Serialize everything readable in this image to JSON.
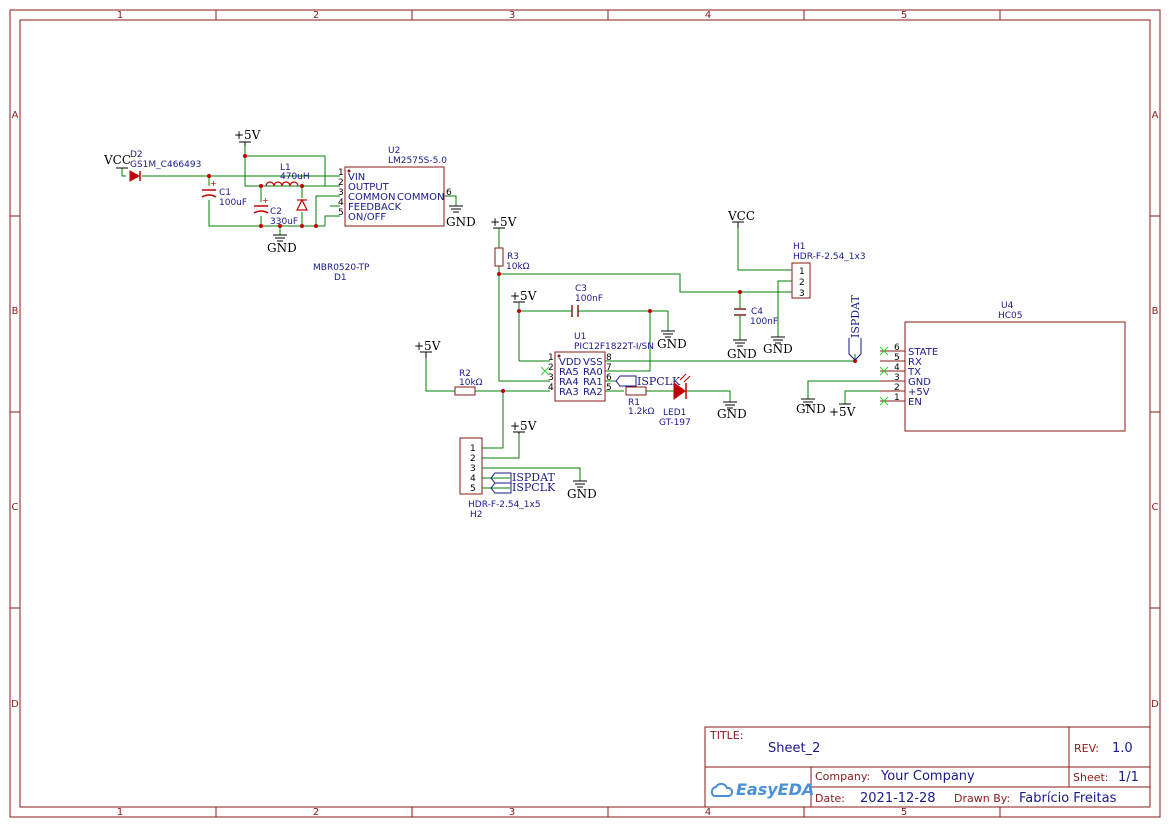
{
  "zones": {
    "columns": [
      "1",
      "2",
      "3",
      "4",
      "5"
    ],
    "rows": [
      "A",
      "B",
      "C",
      "D"
    ]
  },
  "nets": {
    "vcc": "VCC",
    "p5v": "+5V",
    "gnd": "GND",
    "ispdat": "ISPDAT",
    "ispclk": "ISPCLK"
  },
  "components": {
    "d2": {
      "ref": "D2",
      "value": "GS1M_C466493"
    },
    "c1": {
      "ref": "C1",
      "value": "100uF"
    },
    "l1": {
      "ref": "L1",
      "value": "470uH"
    },
    "c2": {
      "ref": "C2",
      "value": "330uF"
    },
    "d1": {
      "ref": "D1",
      "value": "MBR0520-TP"
    },
    "u2": {
      "ref": "U2",
      "value": "LM2575S-5.0",
      "pins": [
        "VIN",
        "OUTPUT",
        "COMMON",
        "COMMON",
        "FEEDBACK",
        "ON/OFF"
      ],
      "pin_numbers": [
        "1",
        "2",
        "3",
        "4",
        "5",
        "6"
      ]
    },
    "r3": {
      "ref": "R3",
      "value": "10kΩ"
    },
    "c3": {
      "ref": "C3",
      "value": "100nF"
    },
    "c4": {
      "ref": "C4",
      "value": "100nF"
    },
    "h1": {
      "ref": "H1",
      "value": "HDR-F-2.54_1x3",
      "pin_numbers": [
        "1",
        "2",
        "3"
      ]
    },
    "u1": {
      "ref": "U1",
      "value": "PIC12F1822T-I/SN",
      "left_pins": [
        "VDD",
        "RA5",
        "RA4",
        "RA3"
      ],
      "right_pins": [
        "VSS",
        "RA0",
        "RA1",
        "RA2"
      ],
      "left_numbers": [
        "1",
        "2",
        "3",
        "4"
      ],
      "right_numbers": [
        "8",
        "7",
        "6",
        "5"
      ]
    },
    "r2": {
      "ref": "R2",
      "value": "10kΩ"
    },
    "r1": {
      "ref": "R1",
      "value": "1.2kΩ"
    },
    "led1": {
      "ref": "LED1",
      "value": "GT-197"
    },
    "h2": {
      "ref": "H2",
      "value": "HDR-F-2.54_1x5",
      "pin_numbers": [
        "1",
        "2",
        "3",
        "4",
        "5"
      ]
    },
    "u4": {
      "ref": "U4",
      "value": "HC05",
      "pins": [
        "STATE",
        "RX",
        "TX",
        "GND",
        "+5V",
        "EN"
      ],
      "pin_numbers": [
        "6",
        "5",
        "4",
        "3",
        "2",
        "1"
      ]
    }
  },
  "title_block": {
    "title_label": "TITLE:",
    "title": "Sheet_2",
    "rev_label": "REV:",
    "rev": "1.0",
    "company_label": "Company:",
    "company": "Your Company",
    "sheet_label": "Sheet:",
    "sheet": "1/1",
    "date_label": "Date:",
    "date": "2021-12-28",
    "drawn_label": "Drawn By:",
    "drawn_by": "Fabrício Freitas",
    "logo": "EasyEDA"
  },
  "colors": {
    "frame": "#8b1a1a",
    "wire": "#008000",
    "label": "#1a1a8b",
    "junction": "#c00000",
    "no_connect": "#33cc33"
  }
}
